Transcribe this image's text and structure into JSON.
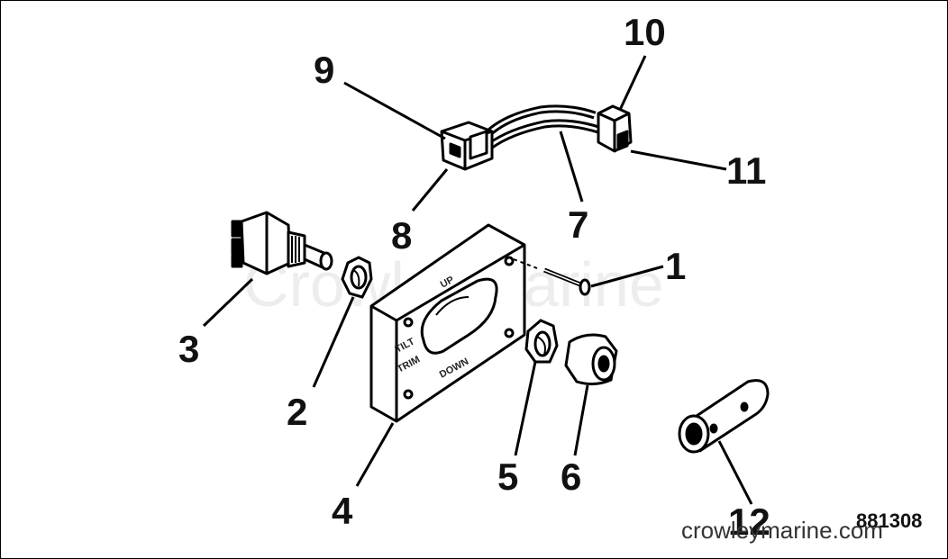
{
  "callouts": {
    "c1": "1",
    "c2": "2",
    "c3": "3",
    "c4": "4",
    "c5": "5",
    "c6": "6",
    "c7": "7",
    "c8": "8",
    "c9": "9",
    "c10": "10",
    "c11": "11",
    "c12": "12"
  },
  "figure_number": "881308",
  "watermark": "CrowleyMarine",
  "watermark_url": "crowleymarine.com",
  "plate": {
    "up_label": "UP",
    "down_label": "DOWN",
    "tilt_label": "TILT",
    "trim_label": "TRIM"
  }
}
